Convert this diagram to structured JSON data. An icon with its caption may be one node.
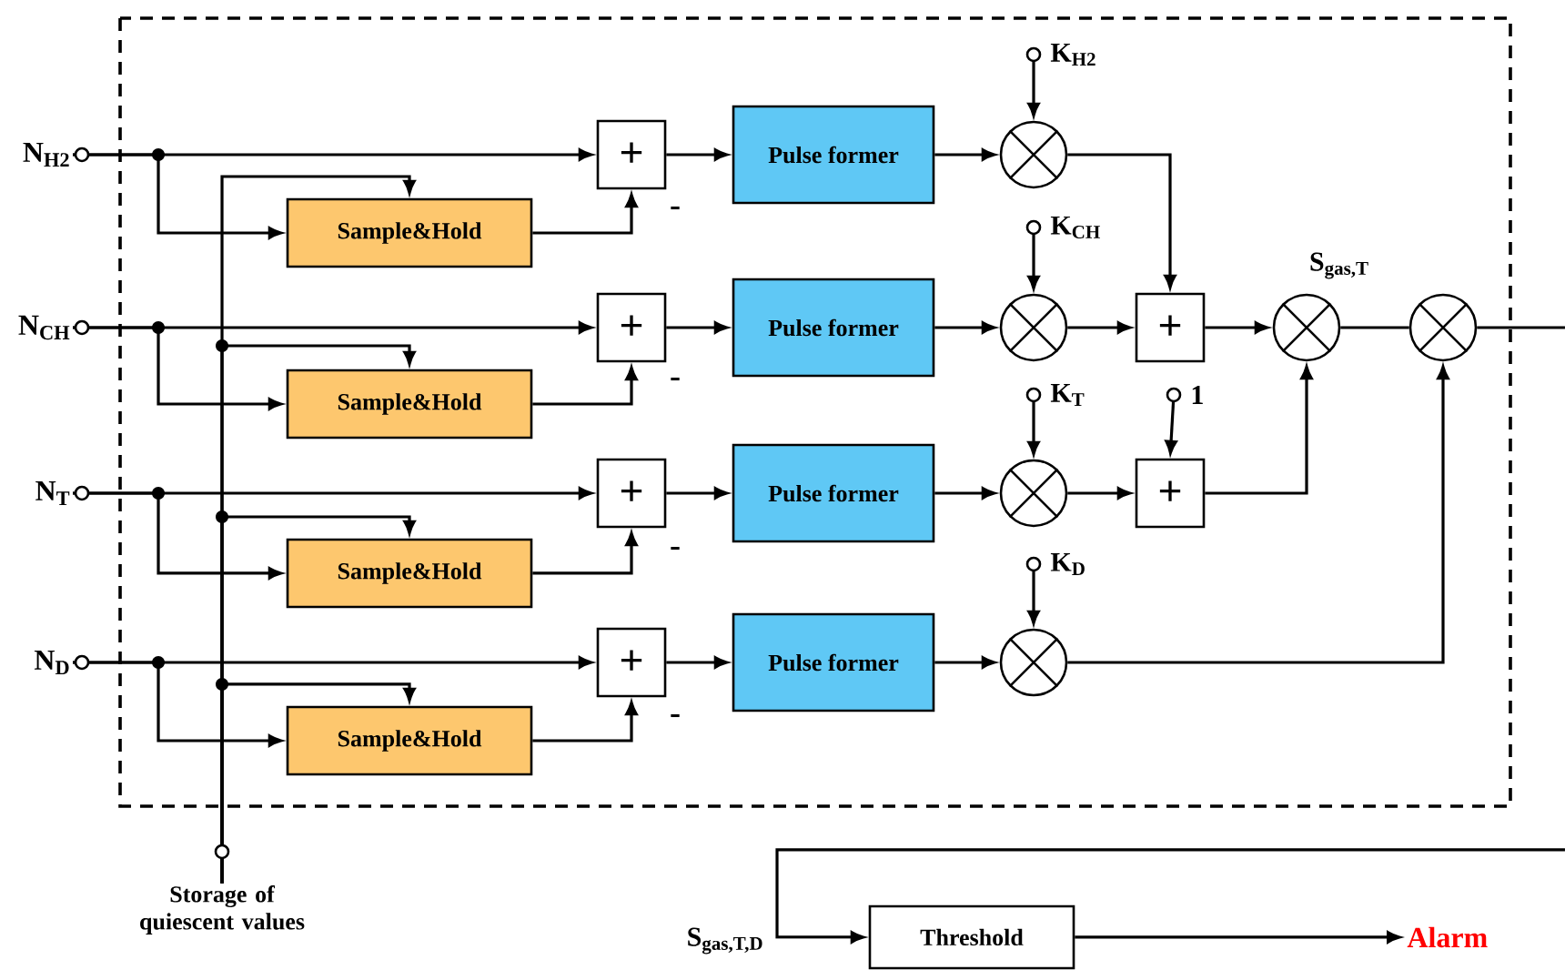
{
  "diagram": {
    "nodes": [
      {
        "text": [
          "N$_{H2}$"
        ]
      },
      {
        "text": [
          "N$_{CH}$"
        ]
      },
      {
        "text": [
          "N$_{T}$"
        ]
      },
      {
        "text": [
          "N$_{D}$"
        ]
      },
      {
        "text": [
          "Storage of quiescent values"
        ]
      },
      {
        "text": [
          "Sample&Hold"
        ]
      },
      {
        "text": [
          "Sample&Hold"
        ]
      },
      {
        "text": [
          "Sample&Hold"
        ]
      },
      {
        "text": [
          "Sample&Hold"
        ]
      },
      {
        "text": [
          "+"
        ]
      },
      {
        "text": [
          "+"
        ]
      },
      {
        "text": [
          "+"
        ]
      },
      {
        "text": [
          "+"
        ]
      },
      {
        "text": [
          "Pulse former"
        ]
      },
      {
        "text": [
          "Pulse former"
        ]
      },
      {
        "text": [
          "Pulse former"
        ]
      },
      {
        "text": [
          "Pulse former"
        ]
      },
      {
        "text": [
          "K$_{H2}$"
        ]
      },
      {
        "text": [
          "K$_{CH}$"
        ]
      },
      {
        "text": [
          "K$_{T}$"
        ]
      },
      {
        "text": [
          "K$_{D}$"
        ]
      },
      {
        "text": [
          "1"
        ]
      },
      {
        "text": [],
        "shape": "circle"
      },
      {
        "text": [],
        "shape": "circle"
      },
      {
        "text": [],
        "shape": "circle"
      },
      {
        "text": [],
        "shape": "circle"
      },
      {
        "text": [
          "+"
        ]
      },
      {
        "text": [
          "+"
        ]
      },
      {
        "text": [],
        "shape": "circle"
      },
      {
        "text": [],
        "shape": "circle"
      },
      {
        "text": [
          "Threshold"
        ]
      },
      {
        "text": [
          "Alarm"
        ]
      }
    ],
    "edges": [
      {
        "from": 0,
        "to": 9,
        "arrow": "to"
      },
      {
        "from": 0,
        "to": 5,
        "arrow": "to"
      },
      {
        "from": 4,
        "to": 5,
        "arrow": "to"
      },
      {
        "from": 5,
        "to": 9,
        "arrow": "to"
      },
      {
        "from": 9,
        "to": 13,
        "arrow": "to"
      },
      {
        "from": 13,
        "to": 22,
        "arrow": "to"
      },
      {
        "from": 17,
        "to": 22,
        "arrow": "to"
      },
      {
        "from": 1,
        "to": 10,
        "arrow": "to"
      },
      {
        "from": 1,
        "to": 6,
        "arrow": "to"
      },
      {
        "from": 4,
        "to": 6,
        "arrow": "to"
      },
      {
        "from": 6,
        "to": 10,
        "arrow": "to"
      },
      {
        "from": 10,
        "to": 14,
        "arrow": "to"
      },
      {
        "from": 14,
        "to": 23,
        "arrow": "to"
      },
      {
        "from": 18,
        "to": 23,
        "arrow": "to"
      },
      {
        "from": 2,
        "to": 11,
        "arrow": "to"
      },
      {
        "from": 2,
        "to": 7,
        "arrow": "to"
      },
      {
        "from": 4,
        "to": 7,
        "arrow": "to"
      },
      {
        "from": 7,
        "to": 11,
        "arrow": "to"
      },
      {
        "from": 11,
        "to": 15,
        "arrow": "to"
      },
      {
        "from": 15,
        "to": 24,
        "arrow": "to"
      },
      {
        "from": 19,
        "to": 24,
        "arrow": "to"
      },
      {
        "from": 3,
        "to": 12,
        "arrow": "to"
      },
      {
        "from": 3,
        "to": 8,
        "arrow": "to"
      },
      {
        "from": 4,
        "to": 8,
        "arrow": "to"
      },
      {
        "from": 8,
        "to": 12,
        "arrow": "to"
      },
      {
        "from": 12,
        "to": 16,
        "arrow": "to"
      },
      {
        "from": 16,
        "to": 25,
        "arrow": "to"
      },
      {
        "from": 20,
        "to": 25,
        "arrow": "to"
      },
      {
        "from": 22,
        "to": 26,
        "arrow": "to"
      },
      {
        "from": 23,
        "to": 26,
        "arrow": "to"
      },
      {
        "from": 24,
        "to": 27,
        "arrow": "to"
      },
      {
        "from": 21,
        "to": 27,
        "arrow": "to"
      },
      {
        "from": 26,
        "to": 28,
        "arrow": "to"
      },
      {
        "from": 27,
        "to": 28,
        "arrow": "to"
      },
      {
        "from": 25,
        "to": 29,
        "arrow": "to"
      },
      {
        "from": 28,
        "to": 29,
        "arrow": "none",
        "label": "S$_{gas,T}$"
      },
      {
        "from": 29,
        "to": null,
        "arrow": "none"
      },
      {
        "from": null,
        "to": 30,
        "arrow": "to",
        "label": "S$_{gas,T,D}$"
      },
      {
        "from": 30,
        "to": 31,
        "arrow": "to"
      }
    ],
    "labels": [
      "-",
      "-",
      "-",
      "-"
    ]
  }
}
